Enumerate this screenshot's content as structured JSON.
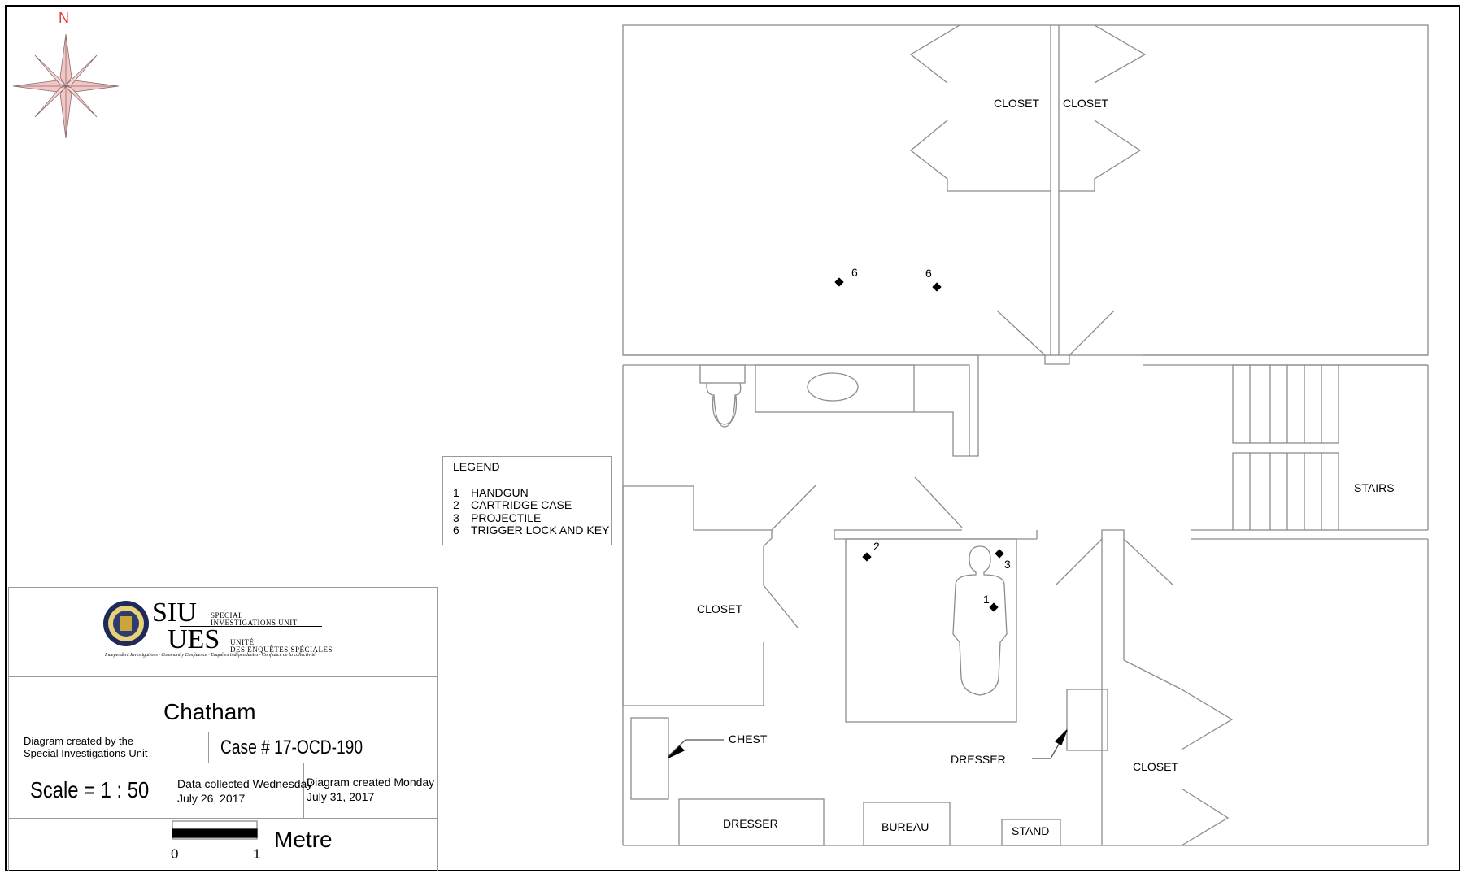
{
  "compass": {
    "north_label": "N"
  },
  "rooms": {
    "closet_top_left": "CLOSET",
    "closet_top_right": "CLOSET",
    "closet_left": "CLOSET",
    "closet_bottom_right": "CLOSET",
    "stairs": "STAIRS",
    "chest": "CHEST",
    "dresser_right": "DRESSER",
    "dresser_bottom": "DRESSER",
    "bureau": "BUREAU",
    "stand": "STAND"
  },
  "markers": {
    "m6a": "6",
    "m6b": "6",
    "m2": "2",
    "m3": "3",
    "m1": "1"
  },
  "legend": {
    "title": "LEGEND",
    "items": [
      {
        "num": "1",
        "label": "HANDGUN"
      },
      {
        "num": "2",
        "label": "CARTRIDGE CASE"
      },
      {
        "num": "3",
        "label": "PROJECTILE"
      },
      {
        "num": "6",
        "label": "TRIGGER LOCK AND KEY"
      }
    ]
  },
  "title_block": {
    "logo": {
      "siu": "SIU",
      "ues": "UES",
      "special_line1": "SPECIAL",
      "special_line2": "INVESTIGATIONS UNIT",
      "unite_line1": "UNITÉ",
      "unite_line2": "DES ENQUÊTES SPÉCIALES",
      "tagline": "Independent Investigations · Community Confidence · Enquêtes indépendantes · Confiance de la collectivité"
    },
    "location": "Chatham",
    "created_by_line1": "Diagram created by  the",
    "created_by_line2": "Special Investigations Unit",
    "case_number": "Case # 17-OCD-190",
    "scale": "Scale =  1 : 50",
    "data_collected_line1": "Data collected Wednesday",
    "data_collected_line2": "July 26, 2017",
    "diagram_created_line1": "Diagram created Monday",
    "diagram_created_line2": "July 31, 2017",
    "scale_bar": {
      "start": "0",
      "end": "1",
      "unit": "Metre"
    }
  }
}
